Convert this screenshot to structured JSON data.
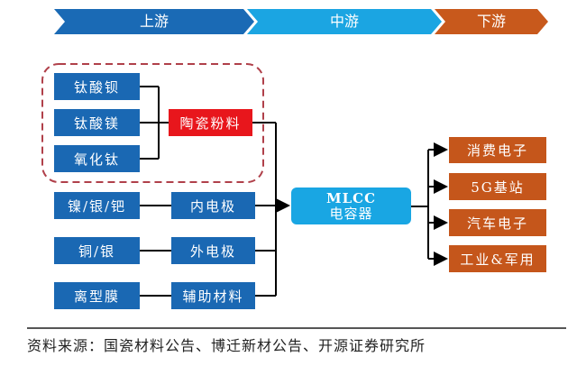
{
  "header": {
    "stages": [
      {
        "label": "上游",
        "color": "#1a6ab5"
      },
      {
        "label": "中游",
        "color": "#1ba5e2"
      },
      {
        "label": "下游",
        "color": "#c8591c"
      }
    ]
  },
  "upstream": {
    "ceramic_group": {
      "raw_materials": [
        "钛酸钡",
        "钛酸镁",
        "氧化钛"
      ],
      "product": "陶瓷粉料"
    },
    "rows": [
      {
        "raw": "镍/银/钯",
        "product": "内电极"
      },
      {
        "raw": "铜/银",
        "product": "外电极"
      },
      {
        "raw": "离型膜",
        "product": "辅助材料"
      }
    ]
  },
  "midstream": {
    "title": "MLCC",
    "subtitle": "电容器"
  },
  "downstream": {
    "applications": [
      "消费电子",
      "5G基站",
      "汽车电子",
      "工业&军用"
    ]
  },
  "source": "资料来源：国瓷材料公告、博迁新材公告、开源证券研究所",
  "colors": {
    "upstream_box": "#1a68b3",
    "ceramic_box": "#e8161c",
    "mlcc_box": "#19a6e3",
    "downstream_box": "#c5561b",
    "dashed_border": "#b0404a"
  }
}
